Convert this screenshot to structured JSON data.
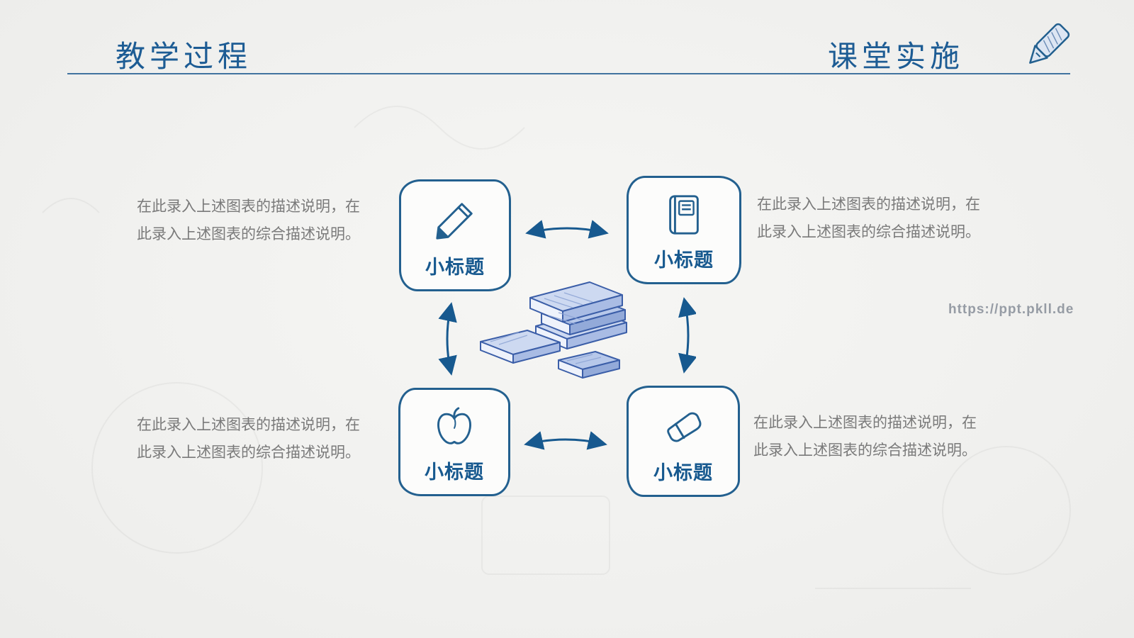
{
  "slide": {
    "title_left": "教学过程",
    "title_right": "课堂实施"
  },
  "diagram": {
    "boxes": [
      {
        "icon": "pencil-icon",
        "label": "小标题"
      },
      {
        "icon": "book-icon",
        "label": "小标题"
      },
      {
        "icon": "apple-icon",
        "label": "小标题"
      },
      {
        "icon": "eraser-icon",
        "label": "小标题"
      }
    ],
    "descriptions": [
      {
        "text": "在此录入上述图表的描述说明，在\n此录入上述图表的综合描述说明。"
      },
      {
        "text": "在此录入上述图表的描述说明，在\n此录入上述图表的综合描述说明。"
      },
      {
        "text": "在此录入上述图表的描述说明，在\n此录入上述图表的综合描述说明。"
      },
      {
        "text": "在此录入上述图表的描述说明，在\n此录入上述图表的综合描述说明。"
      }
    ]
  },
  "watermark": {
    "text": "https://ppt.pkll.de"
  },
  "colors": {
    "accent_blue": "#1d5c94",
    "sketch_blue": "#3b5ea8",
    "card_border": "#23608f",
    "text_gray": "#7a7a7a",
    "background": "#f1f1ef"
  }
}
